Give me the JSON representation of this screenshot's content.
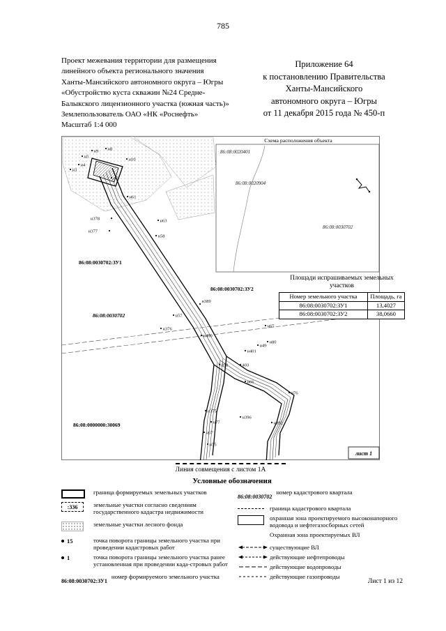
{
  "page": {
    "number": "785",
    "sheet_footer": "Лист 1 из 12"
  },
  "header": {
    "left": [
      "Проект межевания территории для размещения",
      "линейного объекта регионального значения",
      "Ханты-Мансийского автономного округа – Югры",
      "«Обустройство куста скважин №24 Средне-",
      "Балыкского лицензионного участка (южная часть)»",
      "Землепользователь ОАО «НК «Роснефть»",
      "Масштаб 1:4 000"
    ],
    "right": [
      "Приложение 64",
      "к постановлению Правительства",
      "Ханты-Мансийского",
      "автономного округа – Югры",
      "от 11 декабря 2015 года № 450-п"
    ]
  },
  "map": {
    "inset": {
      "title": "Схема расположения объекта",
      "q_top": "86:08:0020401",
      "q_mid": "86:08:0020904",
      "q_bottom": "86:08:0030702"
    },
    "parcels": {
      "zu1": "86:08:0030702:ЗУ1",
      "zu2": "86:08:0030702:ЗУ2",
      "quarter": "86:08:0030702",
      "linear": "86:08:0000000:30069"
    },
    "sheet_label": "лист 1",
    "join_line_label": "Линия совмещения с листом 1А",
    "pt": {
      "n3": "н3",
      "n4": "н4",
      "n5": "н5",
      "n7": "н7",
      "n8": "н8",
      "n9": "н9",
      "n10": "н10",
      "n61": "н61",
      "n63": "н63",
      "n58": "н58",
      "n378": "н378",
      "n377": "н377",
      "n389": "н389",
      "n57": "н57",
      "n376": "н376",
      "n400": "н400",
      "n65": "н65",
      "n80": "н80",
      "n49": "н49",
      "n401": "н401",
      "p398": "398",
      "p403": "403",
      "n66": "н66",
      "n76": "н76",
      "n77": "н77",
      "n67": "н67",
      "n55": "н55",
      "n375": "н375",
      "n396": "н396",
      "n392": "н392"
    }
  },
  "areas_table": {
    "title": "Площади испрашиваемых земельных участков",
    "col1": "Номер земельного участка",
    "col2": "Площадь, га",
    "rows": [
      {
        "num": "86:08:0030702:ЗУ1",
        "area": "13,4027"
      },
      {
        "num": "86:08:0030702:ЗУ2",
        "area": "38,0660"
      }
    ]
  },
  "legend": {
    "title": "Условные обозначения",
    "left": [
      {
        "label": "граница формируемых земельных участков"
      },
      {
        "symbol_text": ":336",
        "label": "земельные участки согласно сведениям государственного кадастра недвижимости"
      },
      {
        "label": "земельные участки лесного фонда"
      },
      {
        "symbol_text": "15",
        "label": "точка поворота границы земельного участка при проведении кадастровых работ"
      },
      {
        "symbol_text": "1",
        "label": "точка поворота границы земельного участка ранее установленная при проведении када-стровых работ"
      },
      {
        "symbol_text": "86:08:0030702:ЗУ1",
        "label": "номер формируемого земельного участка"
      }
    ],
    "right": [
      {
        "symbol_text": "86:08:0030702",
        "label": "номер кадастрового квартала"
      },
      {
        "label": "граница кадастрового квартала"
      },
      {
        "label": "охранная зона проектируемого высоконапорного водовода и нефтегазосборных сетей"
      },
      {
        "label": "Охранная зона проектируемых ВЛ"
      },
      {
        "label": "существующие ВЛ"
      },
      {
        "label": "действующие нефтепроводы"
      },
      {
        "label": "действующие водопроводы"
      },
      {
        "label": "действующие газопроводы"
      }
    ]
  }
}
